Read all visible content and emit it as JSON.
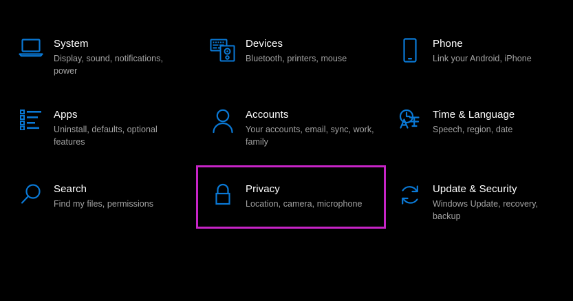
{
  "theme": {
    "background": "#000000",
    "accent_blue": "#0a79d6",
    "title_color": "#ffffff",
    "subtitle_color": "#a3a3a3",
    "highlight_color": "#c724c7"
  },
  "settings": {
    "tiles": [
      {
        "id": "system",
        "icon": "laptop-icon",
        "title": "System",
        "subtitle": "Display, sound, notifications, power"
      },
      {
        "id": "devices",
        "icon": "keyboard-mouse-icon",
        "title": "Devices",
        "subtitle": "Bluetooth, printers, mouse"
      },
      {
        "id": "phone",
        "icon": "phone-icon",
        "title": "Phone",
        "subtitle": "Link your Android, iPhone"
      },
      {
        "id": "apps",
        "icon": "list-icon",
        "title": "Apps",
        "subtitle": "Uninstall, defaults, optional features"
      },
      {
        "id": "accounts",
        "icon": "person-icon",
        "title": "Accounts",
        "subtitle": "Your accounts, email, sync, work, family"
      },
      {
        "id": "time-language",
        "icon": "clock-language-icon",
        "title": "Time & Language",
        "subtitle": "Speech, region, date"
      },
      {
        "id": "search",
        "icon": "magnifier-icon",
        "title": "Search",
        "subtitle": "Find my files, permissions"
      },
      {
        "id": "privacy",
        "icon": "lock-icon",
        "title": "Privacy",
        "subtitle": "Location, camera, microphone",
        "highlighted": true
      },
      {
        "id": "update-security",
        "icon": "refresh-circle-icon",
        "title": "Update & Security",
        "subtitle": "Windows Update, recovery, backup"
      }
    ]
  }
}
